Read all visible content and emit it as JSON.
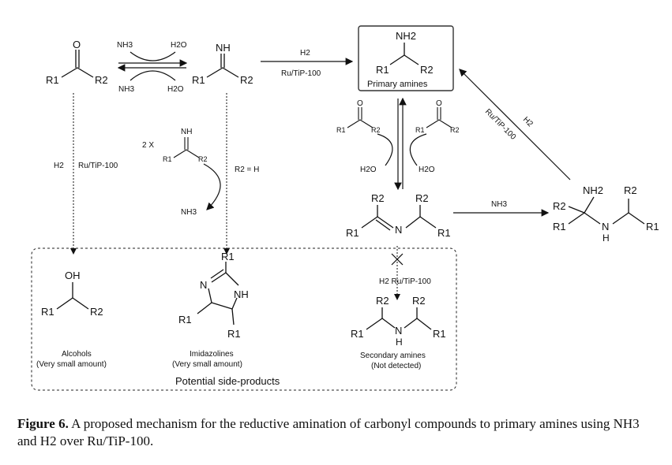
{
  "labels": {
    "nh3": "NH3",
    "h2o": "H2O",
    "h2": "H2",
    "catalyst": "Ru/TiP-100",
    "h2_catalyst": "H2 Ru/TiP-100",
    "two_x": "2 X",
    "r2_eq_h": "R2 = H"
  },
  "groups": {
    "o": "O",
    "nh": "NH",
    "nh2": "NH2",
    "oh": "OH",
    "n": "N",
    "h": "H",
    "r1": "R1",
    "r2": "R2"
  },
  "products": {
    "primary_amines": "Primary amines",
    "alcohols": "Alcohols",
    "alcohols_note": "(Very small amount)",
    "imidazolines": "Imidazolines",
    "imidazolines_note": "(Very small amount)",
    "secondary_amines": "Secondary amines",
    "secondary_note": "(Not detected)",
    "side_products": "Potential side-products"
  },
  "caption": {
    "label": "Figure 6.",
    "text": " A proposed mechanism for the reductive amination of carbonyl compounds to primary amines using NH3 and H2 over Ru/TiP-100."
  },
  "colors": {
    "side_products": "#2222cc"
  }
}
